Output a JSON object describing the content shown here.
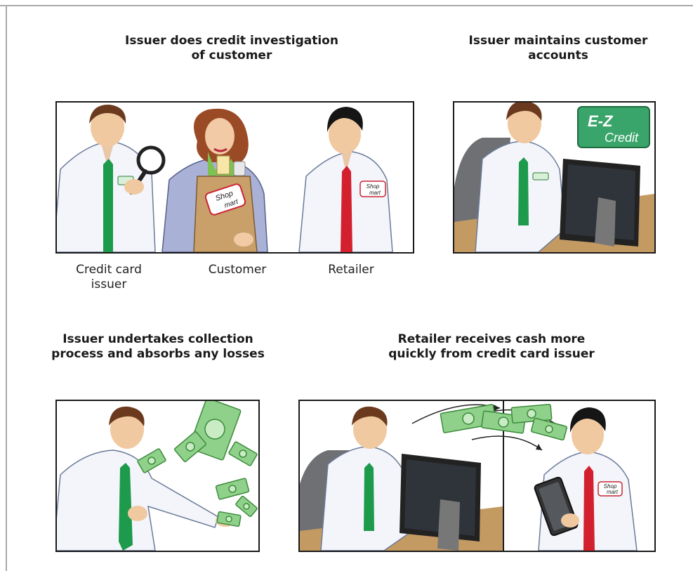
{
  "steps": [
    {
      "title_line1": "Issuer does credit investigation",
      "title_line2": "of customer"
    },
    {
      "title_line1": "Issuer maintains customer",
      "title_line2": "accounts"
    },
    {
      "title_line1": "Issuer undertakes collection",
      "title_line2": "process and absorbs any losses"
    },
    {
      "title_line1": "Retailer receives cash more",
      "title_line2": "quickly from credit card issuer"
    }
  ],
  "captions": {
    "issuer_line1": "Credit card",
    "issuer_line2": "issuer",
    "customer": "Customer",
    "retailer": "Retailer"
  },
  "signs": {
    "ez_line1": "E-Z",
    "ez_line2": "Credit",
    "shopmart_line1": "Shop",
    "shopmart_line2": "mart"
  },
  "colors": {
    "issuer_tie": "#1e9a4c",
    "retailer_tie": "#d3202e",
    "cash": "#8fd18a",
    "sign": "#3aa56a"
  }
}
